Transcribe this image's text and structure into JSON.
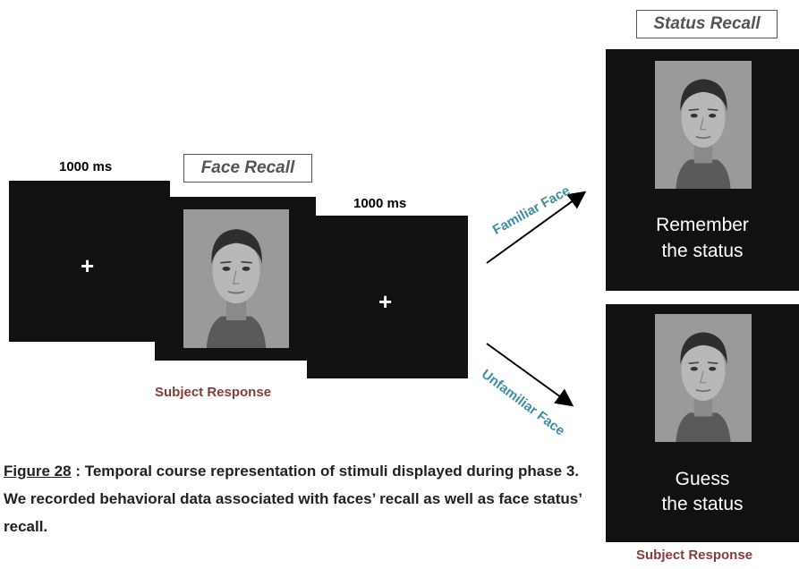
{
  "timings": {
    "first": "1000 ms",
    "second": "1000 ms"
  },
  "labels": {
    "face_recall": "Face Recall",
    "status_recall": "Status Recall"
  },
  "fixation": "+",
  "branches": {
    "familiar": "Familiar Face",
    "unfamiliar": "Unfamiliar Face"
  },
  "screens": {
    "familiar_line1": "Remember",
    "familiar_line2": "the status",
    "unfamiliar_line1": "Guess",
    "unfamiliar_line2": "the status"
  },
  "responses": {
    "face": "Subject Response",
    "status": "Subject Response"
  },
  "caption": {
    "figure_label": "Figure 28",
    "text": " : Temporal course representation of stimuli displayed during phase 3. We recorded behavioral data associated with faces’ recall as well as face status’ recall."
  },
  "colors": {
    "screen_bg": "#111111",
    "branch_text": "#3a8fa3",
    "response_text": "#8b3a3a",
    "label_text": "#555555"
  }
}
